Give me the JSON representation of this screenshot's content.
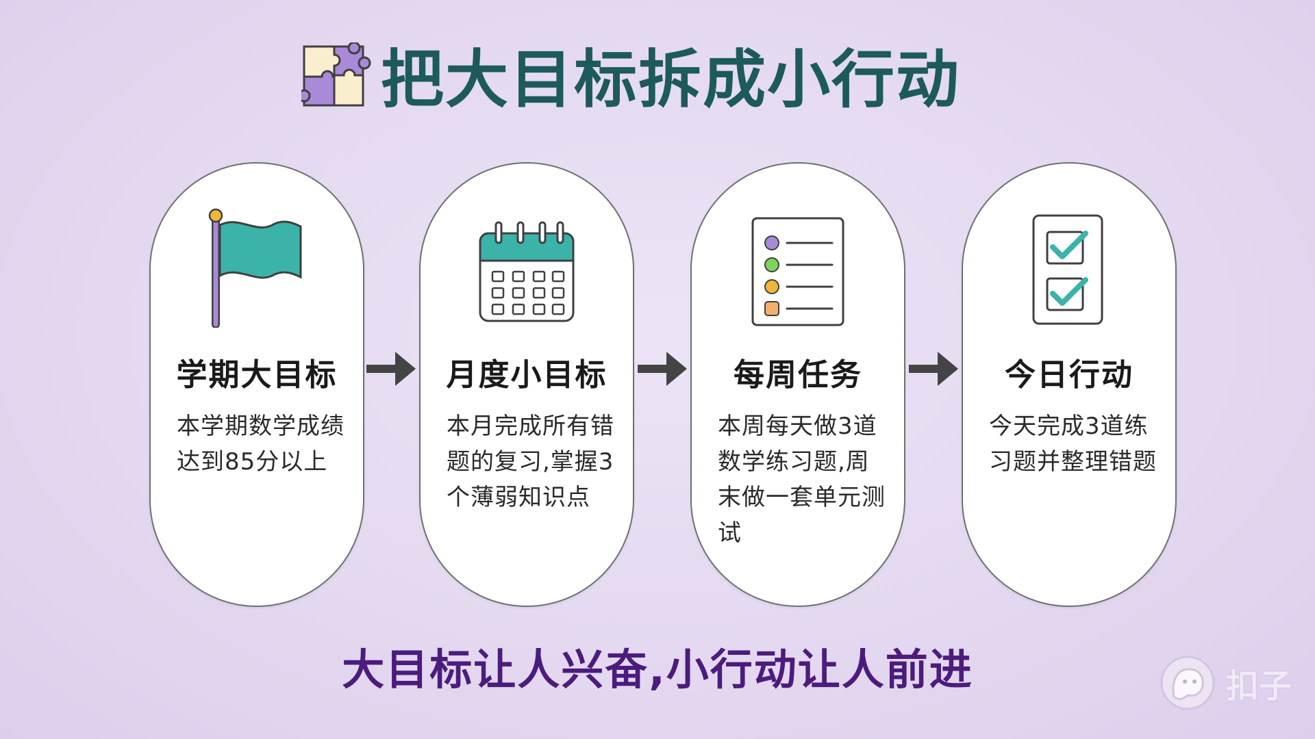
{
  "title": "把大目标拆成小行动",
  "steps": [
    {
      "title": "学期大目标",
      "desc": "本学期数学成绩达到85分以上",
      "icon": "flag-icon"
    },
    {
      "title": "月度小目标",
      "desc": "本月完成所有错题的复习,掌握3个薄弱知识点",
      "icon": "calendar-icon"
    },
    {
      "title": "每周任务",
      "desc": "本周每天做3道数学练习题,周末做一套单元测试",
      "icon": "checklist-icon"
    },
    {
      "title": "今日行动",
      "desc": "今天完成3道练习题并整理错题",
      "icon": "checkbox-icon"
    }
  ],
  "slogan": "大目标让人兴奋,小行动让人前进",
  "watermark": "扣子",
  "colors": {
    "background": "#e6dcf1",
    "title": "#1d5a5c",
    "slogan": "#4b1c7d",
    "teal": "#3bb3a9",
    "purple": "#a88ad8"
  }
}
